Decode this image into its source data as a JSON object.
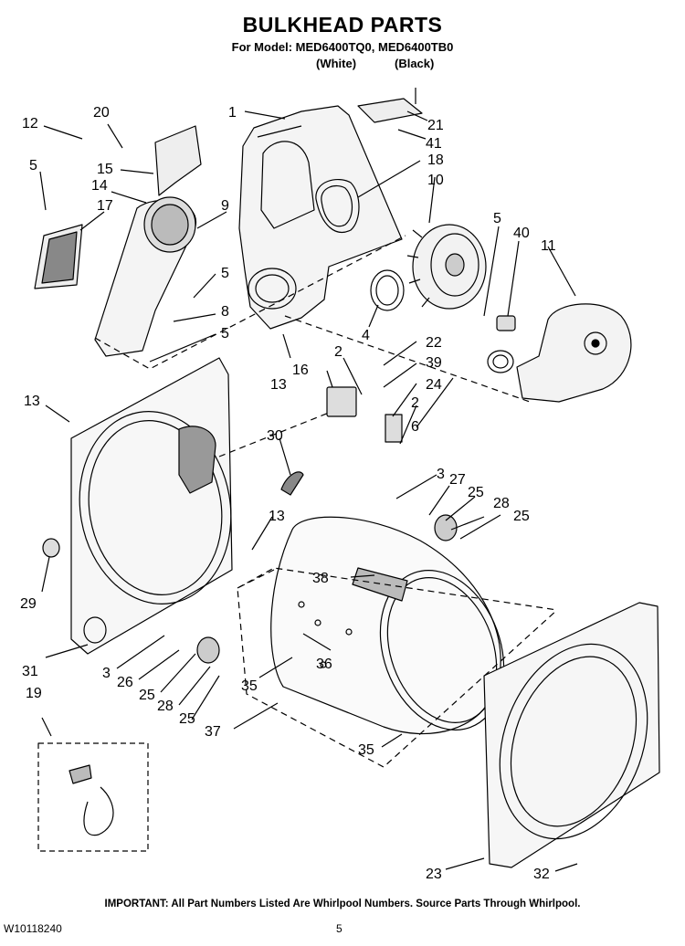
{
  "header": {
    "title": "BULKHEAD PARTS",
    "for_model": "For Model: MED6400TQ0, MED6400TB0",
    "variant_white": "(White)",
    "variant_black": "(Black)"
  },
  "callouts": [
    "1",
    "2",
    "2",
    "3",
    "3",
    "4",
    "5",
    "5",
    "5",
    "5",
    "5",
    "6",
    "8",
    "9",
    "10",
    "11",
    "12",
    "13",
    "13",
    "13",
    "14",
    "15",
    "16",
    "17",
    "18",
    "19",
    "20",
    "21",
    "22",
    "23",
    "24",
    "25",
    "25",
    "25",
    "25",
    "26",
    "27",
    "28",
    "28",
    "29",
    "30",
    "31",
    "32",
    "35",
    "35",
    "36",
    "37",
    "38",
    "39",
    "40",
    "41"
  ],
  "footer": {
    "important": "IMPORTANT: All Part Numbers Listed Are Whirlpool Numbers. Source Parts Through Whirlpool.",
    "doc_id": "W10118240",
    "page": "5"
  }
}
